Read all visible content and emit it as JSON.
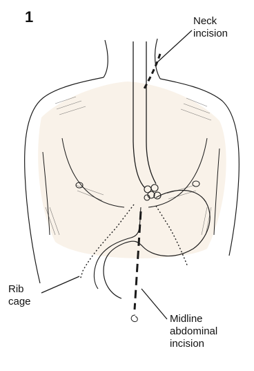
{
  "figure": {
    "number": "1",
    "labels": {
      "neck_incision": [
        "Neck",
        "incision"
      ],
      "rib_cage": [
        "Rib",
        "cage"
      ],
      "midline_abdominal_incision": [
        "Midline",
        "abdominal",
        "incision"
      ]
    }
  },
  "colors": {
    "line": "#1a1a1a",
    "skin_tint": "#f6ece0",
    "background": "#ffffff"
  },
  "icons": [
    "torso-outline",
    "esophagus-tube",
    "stomach-outline",
    "navel-icon"
  ]
}
